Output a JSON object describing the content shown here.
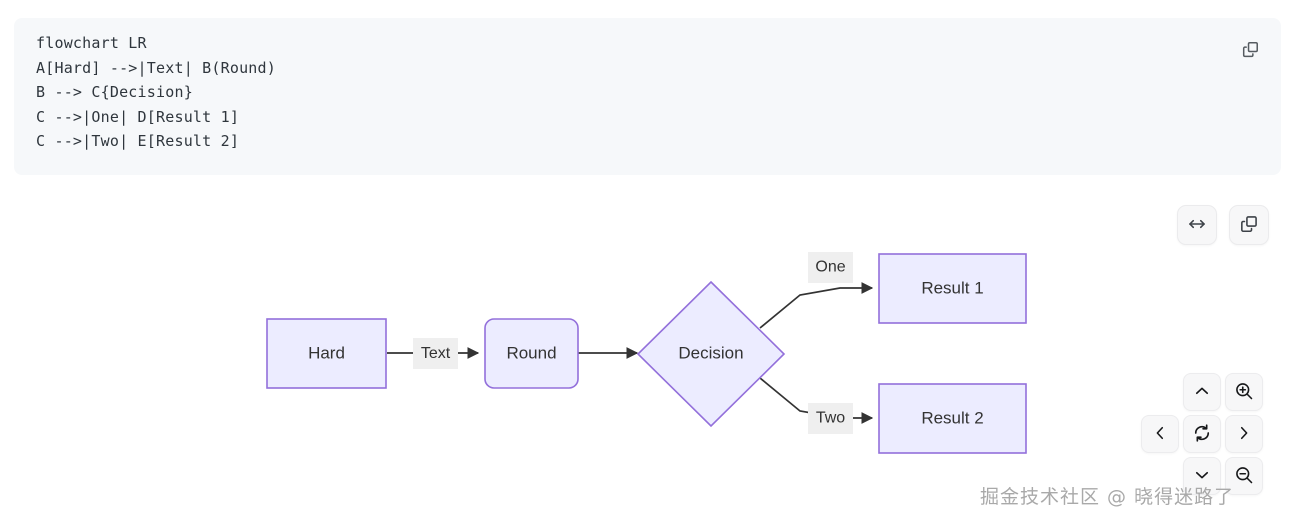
{
  "code_panel": {
    "language": "mermaid",
    "source": "flowchart LR\nA[Hard] -->|Text| B(Round)\nB --> C{Decision}\nC -->|One| D[Result 1]\nC -->|Two| E[Result 2]",
    "copy_button": {
      "name": "copy-icon",
      "title": "Copy code"
    },
    "background": "#f6f8fa",
    "text_color": "#2f363d"
  },
  "diagram_toolbar": {
    "buttons": [
      {
        "name": "fit-width-icon",
        "title": "Fit width",
        "glyph": "double-arrow-horizontal"
      },
      {
        "name": "copy-icon",
        "title": "Copy image",
        "glyph": "copy"
      }
    ]
  },
  "nav_pad": {
    "buttons": [
      {
        "name": "pan-up-icon",
        "title": "Pan up",
        "glyph": "chevron-up"
      },
      {
        "name": "zoom-in-icon",
        "title": "Zoom in",
        "glyph": "magnifier-plus"
      },
      {
        "name": "pan-left-icon",
        "title": "Pan left",
        "glyph": "chevron-left"
      },
      {
        "name": "reset-icon",
        "title": "Reset view",
        "glyph": "refresh"
      },
      {
        "name": "pan-right-icon",
        "title": "Pan right",
        "glyph": "chevron-right"
      },
      {
        "name": "pan-down-icon",
        "title": "Pan down",
        "glyph": "chevron-down"
      },
      {
        "name": "zoom-out-icon",
        "title": "Zoom out",
        "glyph": "magnifier-minus"
      }
    ]
  },
  "flowchart": {
    "direction": "LR",
    "node_fill": "#ececff",
    "node_stroke": "#9370db",
    "edge_color": "#333333",
    "edge_label_bg": "#efefef",
    "nodes": [
      {
        "id": "A",
        "label": "Hard",
        "shape": "rect"
      },
      {
        "id": "B",
        "label": "Round",
        "shape": "round"
      },
      {
        "id": "C",
        "label": "Decision",
        "shape": "diamond"
      },
      {
        "id": "D",
        "label": "Result 1",
        "shape": "rect"
      },
      {
        "id": "E",
        "label": "Result 2",
        "shape": "rect"
      }
    ],
    "edges": [
      {
        "from": "A",
        "to": "B",
        "label": "Text"
      },
      {
        "from": "B",
        "to": "C",
        "label": ""
      },
      {
        "from": "C",
        "to": "D",
        "label": "One"
      },
      {
        "from": "C",
        "to": "E",
        "label": "Two"
      }
    ]
  },
  "watermark": {
    "text": "掘金技术社区 @ 晓得迷路了"
  }
}
